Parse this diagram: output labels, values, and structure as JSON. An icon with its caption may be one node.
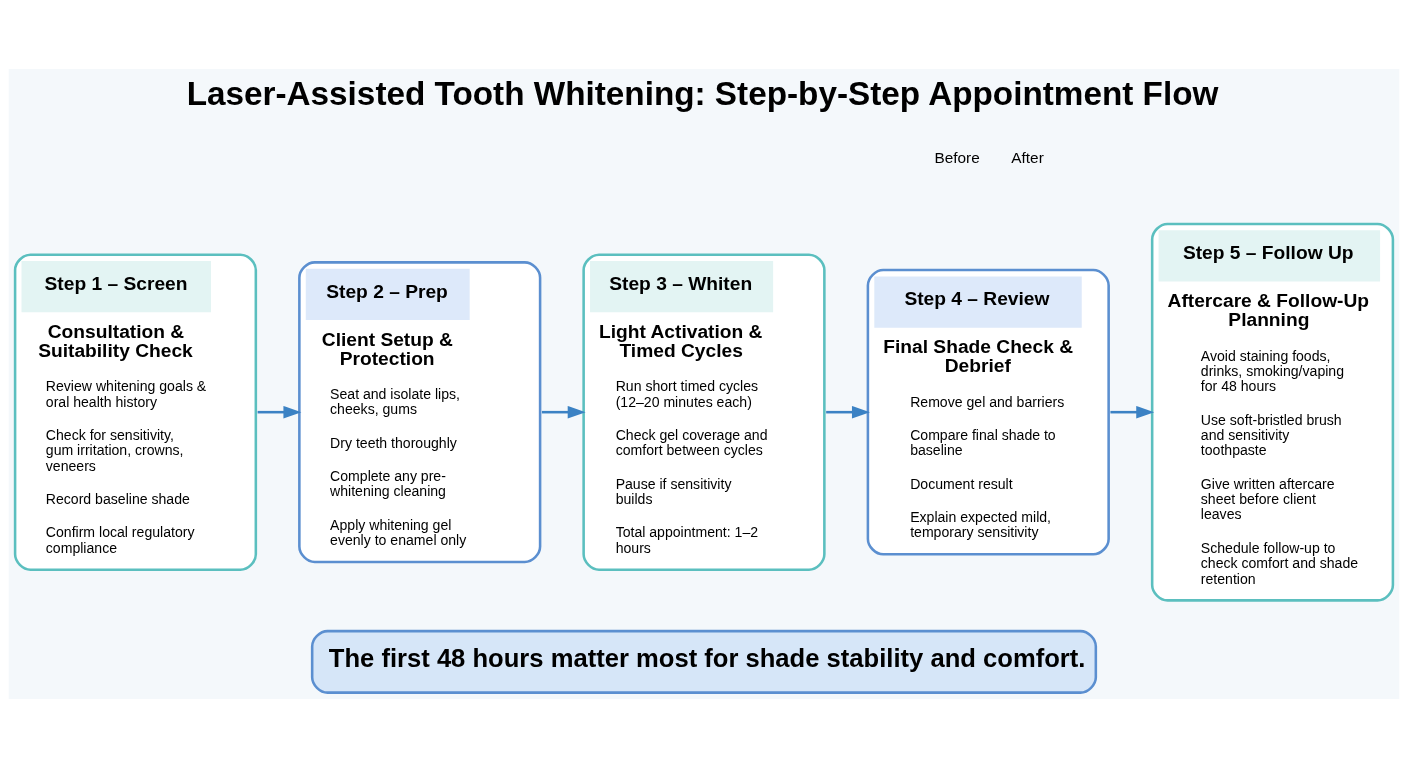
{
  "diagram": {
    "title": "Laser-Assisted Tooth Whitening: Step-by-Step Appointment Flow",
    "nodes": [
      {
        "text": [
          "Step 1 – Screen",
          "Consultation & Suitability Check",
          "Review whitening goals & oral health history",
          "Check for sensitivity, gum irritation, crowns, veneers",
          "Record baseline shade",
          "Confirm local regulatory compliance"
        ]
      },
      {
        "text": [
          "Step 2 – Prep",
          "Client Setup & Protection",
          "Seat and isolate lips, cheeks, gums",
          "Dry teeth thoroughly",
          "Complete any pre-whitening cleaning",
          "Apply whitening gel evenly to enamel only"
        ]
      },
      {
        "text": [
          "Step 3 – Whiten",
          "Light Activation & Timed Cycles",
          "Run short timed cycles (12–20 minutes each)",
          "Check gel coverage and comfort between cycles",
          "Pause if sensitivity builds",
          "Total appointment: 1–2 hours"
        ]
      },
      {
        "text": [
          "Step 4 – Review",
          "Final Shade Check & Debrief",
          "Remove gel and barriers",
          "Compare final shade to baseline",
          "Document result",
          "Explain expected mild, temporary sensitivity"
        ]
      },
      {
        "text": [
          "Step 5 – Follow Up",
          "Aftercare & Follow-Up Planning",
          "Avoid staining foods, drinks, smoking/vaping for 48 hours",
          "Use soft-bristled brush and sensitivity toothpaste",
          "Give written aftercare sheet before client leaves",
          "Schedule follow-up to check comfort and shade retention"
        ]
      },
      {
        "text": [
          "The first 48 hours matter most for shade stability and comfort."
        ]
      }
    ],
    "edges": [
      {
        "from": 0,
        "to": 1,
        "arrow": "to"
      },
      {
        "from": 1,
        "to": 2,
        "arrow": "to"
      },
      {
        "from": 2,
        "to": 3,
        "arrow": "to"
      },
      {
        "from": 3,
        "to": 4,
        "arrow": "to"
      }
    ],
    "labels": [
      "Before",
      "After"
    ]
  }
}
